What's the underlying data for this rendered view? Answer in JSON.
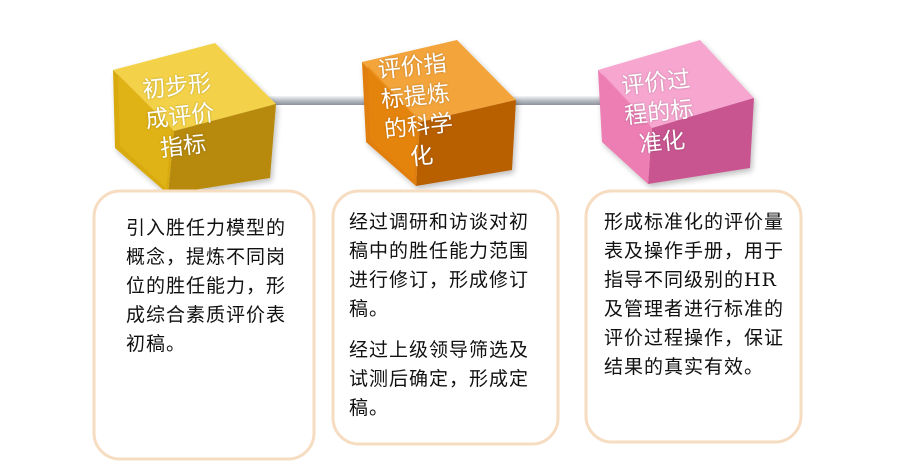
{
  "steps": [
    {
      "title_lines": [
        "初步形",
        "成评价",
        "指标"
      ],
      "description": [
        "引入胜任力模型的概念，提炼不同岗位的胜任能力，形成综合素质评价表初稿。"
      ],
      "colors": {
        "front": "#e3b820",
        "top": "#f3d24a",
        "side": "#b78a08",
        "border": "#f6dcc0"
      }
    },
    {
      "title_lines": [
        "评价指",
        "标提炼",
        "的科学",
        "化"
      ],
      "description": [
        "经过调研和访谈对初稿中的胜任能力范围进行修订，形成修订稿。",
        "经过上级领导筛选及试测后确定，形成定稿。"
      ],
      "colors": {
        "front": "#e8870e",
        "top": "#f3a43a",
        "side": "#b85f04",
        "border": "#f6dcc0"
      }
    },
    {
      "title_lines": [
        "评价过",
        "程的标",
        "准化"
      ],
      "description": [
        "形成标准化的评价量表及操作手册，用于指导不同级别的HR及管理者进行标准的评价过程操作，保证结果的真实有效。"
      ],
      "colors": {
        "front": "#ec7eb4",
        "top": "#f6a6cf",
        "side": "#c85590",
        "border": "#f6dcc0"
      }
    }
  ],
  "connector_color": "#c9cdd2"
}
